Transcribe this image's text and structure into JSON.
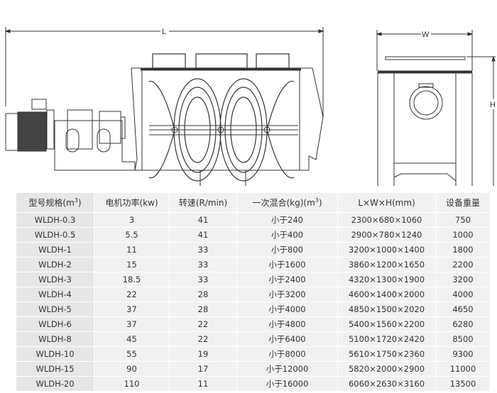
{
  "drawing": {
    "label_length": "L",
    "label_width": "W",
    "label_height": "H"
  },
  "table": {
    "headers": [
      "型号规格(m",
      "电机功率(kw)",
      "转速(R/min)",
      "一次混合(kg)(m",
      "L×W×H(mm)",
      "设备重量"
    ],
    "header_sup": "3",
    "header_close": ")",
    "rows": [
      [
        "WLDH-0.3",
        "3",
        "41",
        "小于240",
        "2300×680×1060",
        "750"
      ],
      [
        "WLDH-0.5",
        "5.5",
        "41",
        "小于400",
        "2900×780×1240",
        "1000"
      ],
      [
        "WLDH-1",
        "11",
        "33",
        "小于800",
        "3200×1000×1400",
        "1800"
      ],
      [
        "WLDH-2",
        "15",
        "33",
        "小于1600",
        "3860×1200×1650",
        "2200"
      ],
      [
        "WLDH-3",
        "18.5",
        "33",
        "小于2400",
        "4320×1300×1900",
        "3200"
      ],
      [
        "WLDH-4",
        "22",
        "28",
        "小于3200",
        "4600×1400×2000",
        "4000"
      ],
      [
        "WLDH-5",
        "37",
        "28",
        "小于4000",
        "4850×1500×2020",
        "4650"
      ],
      [
        "WLDH-6",
        "37",
        "22",
        "小于4800",
        "5400×1560×2200",
        "6280"
      ],
      [
        "WLDH-8",
        "45",
        "22",
        "小于6400",
        "5100×1720×2420",
        "8500"
      ],
      [
        "WLDH-10",
        "55",
        "19",
        "小于8000",
        "5610×1750×2360",
        "9300"
      ],
      [
        "WLDH-15",
        "90",
        "17",
        "小于12000",
        "5820×2000×2900",
        "11000"
      ],
      [
        "WLDH-20",
        "110",
        "11",
        "小于16000",
        "6060×2630×3160",
        "13500"
      ]
    ]
  }
}
